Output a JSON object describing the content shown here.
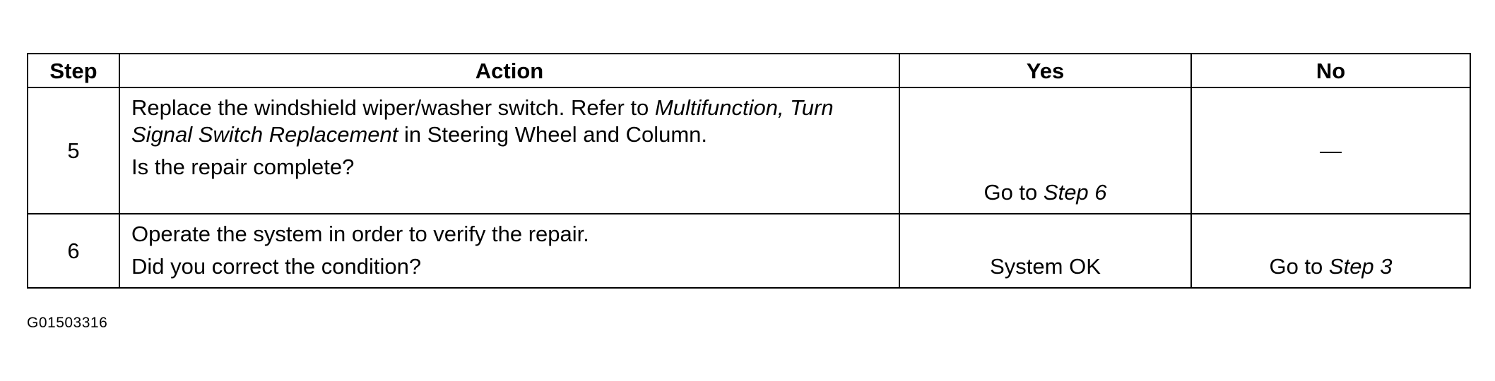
{
  "table": {
    "headers": {
      "step": "Step",
      "action": "Action",
      "yes": "Yes",
      "no": "No"
    },
    "rows": [
      {
        "step": "5",
        "action": {
          "p1_pre": "Replace the windshield wiper/washer switch. Refer to ",
          "p1_italic": "Multifunction, Turn Signal Switch Replacement",
          "p1_post": " in Steering Wheel and Column.",
          "question": "Is the repair complete?"
        },
        "yes": {
          "pre": "Go to ",
          "italic": "Step 6"
        },
        "no": {
          "text": "—"
        }
      },
      {
        "step": "6",
        "action": {
          "p1": "Operate the system in order to verify the repair.",
          "question": "Did you correct the condition?"
        },
        "yes": {
          "text": "System OK"
        },
        "no": {
          "pre": "Go to ",
          "italic": "Step 3"
        }
      }
    ]
  },
  "figure_id": "G01503316"
}
